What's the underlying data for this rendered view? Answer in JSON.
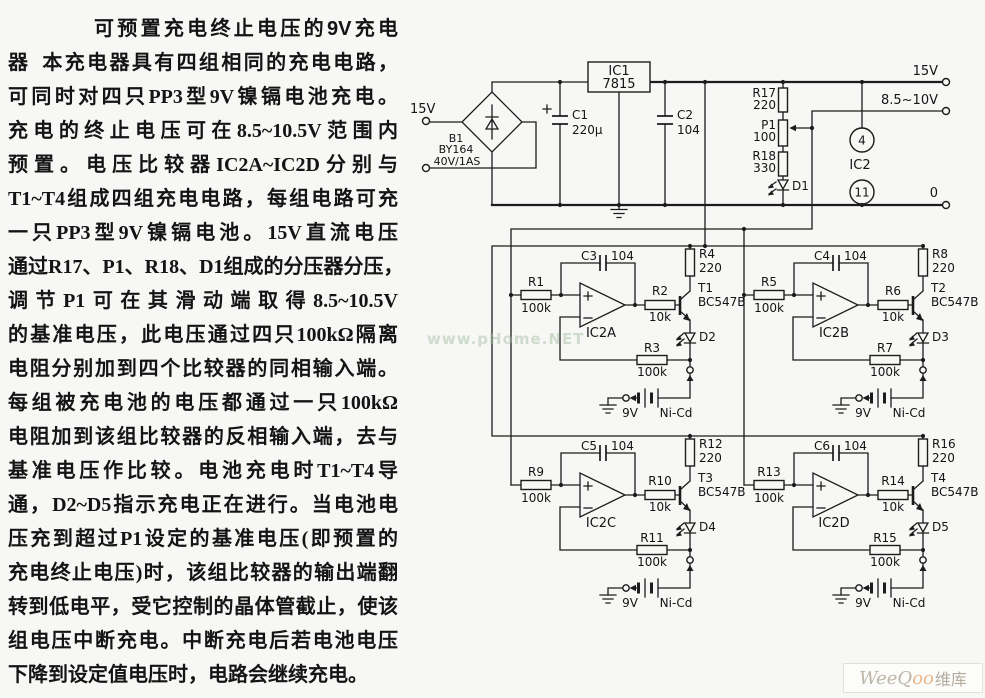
{
  "article": {
    "title": "可预置充电终止电压的9V充电",
    "title_cont": "器",
    "lines": [
      "本充电器具有四组相同的充电电路，",
      "可同时对四只PP3型9V镍镉电池充电。",
      "充电的终止电压可在8.5~10.5V范围内",
      "预置。电压比较器IC2A~IC2D分别与",
      "T1~T4组成四组充电电路，每组电路可充",
      "一只PP3型9V镍镉电池。15V直流电压",
      "通过R17、P1、R18、D1组成的分压器分压，",
      "调节P1可在其滑动端取得8.5~10.5V",
      "的基准电压，此电压通过四只100kΩ隔离",
      "电阻分别加到四个比较器的同相输入端。",
      "每组被充电池的电压都通过一只100kΩ",
      "电阻加到该组比较器的反相输入端，去与",
      "基准电压作比较。电池充电时T1~T4导",
      "通，D2~D5指示充电正在进行。当电池电",
      "压充到超过P1设定的基准电压(即预置的",
      "充电终止电压)时，该组比较器的输出端翻",
      "转到低电平，受它控制的晶体管截止，使该",
      "组电压中断充电。中断充电后若电池电压",
      "下降到设定值电压时，电路会继续充电。"
    ]
  },
  "schematic": {
    "terminals": {
      "ac_in": "15V",
      "out_15v": "15V",
      "out_ref": "8.5~10V",
      "out_0": "0"
    },
    "bridge": {
      "name": "B1",
      "type": "BY164",
      "rating": "40V/1AS"
    },
    "c1": {
      "name": "C1",
      "value": "220μ"
    },
    "ic1": {
      "name": "IC1",
      "value": "7815"
    },
    "c2": {
      "name": "C2",
      "value": "104"
    },
    "divider": {
      "r17": "R17",
      "r17_v": "220",
      "p1": "P1",
      "p1_v": "100",
      "r18": "R18",
      "r18_v": "330",
      "d1": "D1"
    },
    "ic2": {
      "name": "IC2",
      "pin_top": "4",
      "pin_bottom": "11"
    },
    "blocks": [
      {
        "r_in": "R1",
        "r_in_v": "100k",
        "cap": "C3",
        "cap_v": "104",
        "opamp": "IC2A",
        "r_base": "R2",
        "r_base_v": "10k",
        "t": "T1",
        "t_type": "BC547B",
        "r_col": "R4",
        "r_col_v": "220",
        "led": "D2",
        "r_fb": "R3",
        "r_fb_v": "100k",
        "bat": "9V",
        "bat_type": "Ni-Cd"
      },
      {
        "r_in": "R5",
        "r_in_v": "100k",
        "cap": "C4",
        "cap_v": "104",
        "opamp": "IC2B",
        "r_base": "R6",
        "r_base_v": "10k",
        "t": "T2",
        "t_type": "BC547B",
        "r_col": "R8",
        "r_col_v": "220",
        "led": "D3",
        "r_fb": "R7",
        "r_fb_v": "100k",
        "bat": "9V",
        "bat_type": "Ni-Cd"
      },
      {
        "r_in": "R9",
        "r_in_v": "100k",
        "cap": "C5",
        "cap_v": "104",
        "opamp": "IC2C",
        "r_base": "R10",
        "r_base_v": "10k",
        "t": "T3",
        "t_type": "BC547B",
        "r_col": "R12",
        "r_col_v": "220",
        "led": "D4",
        "r_fb": "R11",
        "r_fb_v": "100k",
        "bat": "9V",
        "bat_type": "Ni-Cd"
      },
      {
        "r_in": "R13",
        "r_in_v": "100k",
        "cap": "C6",
        "cap_v": "104",
        "opamp": "IC2D",
        "r_base": "R14",
        "r_base_v": "10k",
        "t": "T4",
        "t_type": "BC547B",
        "r_col": "R16",
        "r_col_v": "220",
        "led": "D5",
        "r_fb": "R15",
        "r_fb_v": "100k",
        "bat": "9V",
        "bat_type": "Ni-Cd"
      }
    ]
  },
  "watermarks": {
    "center": "www.pHome.NET",
    "brand_p1": "WeeQ",
    "brand_p2": "oo",
    "brand_p3": "维库"
  }
}
